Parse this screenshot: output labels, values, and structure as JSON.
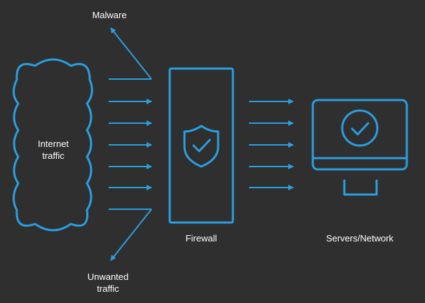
{
  "labels": {
    "malware": "Malware",
    "internet_traffic_line1": "Internet",
    "internet_traffic_line2": "traffic",
    "unwanted_traffic_line1": "Unwanted",
    "unwanted_traffic_line2": "traffic",
    "firewall": "Firewall",
    "servers_network": "Servers/Network"
  },
  "colors": {
    "background": "#2f2f2f",
    "accent": "#2a9fe0",
    "text": "#ffffff"
  },
  "icons": {
    "cloud": "cloud-icon",
    "firewall": "firewall-icon",
    "shield": "shield-check-icon",
    "monitor": "monitor-icon"
  }
}
